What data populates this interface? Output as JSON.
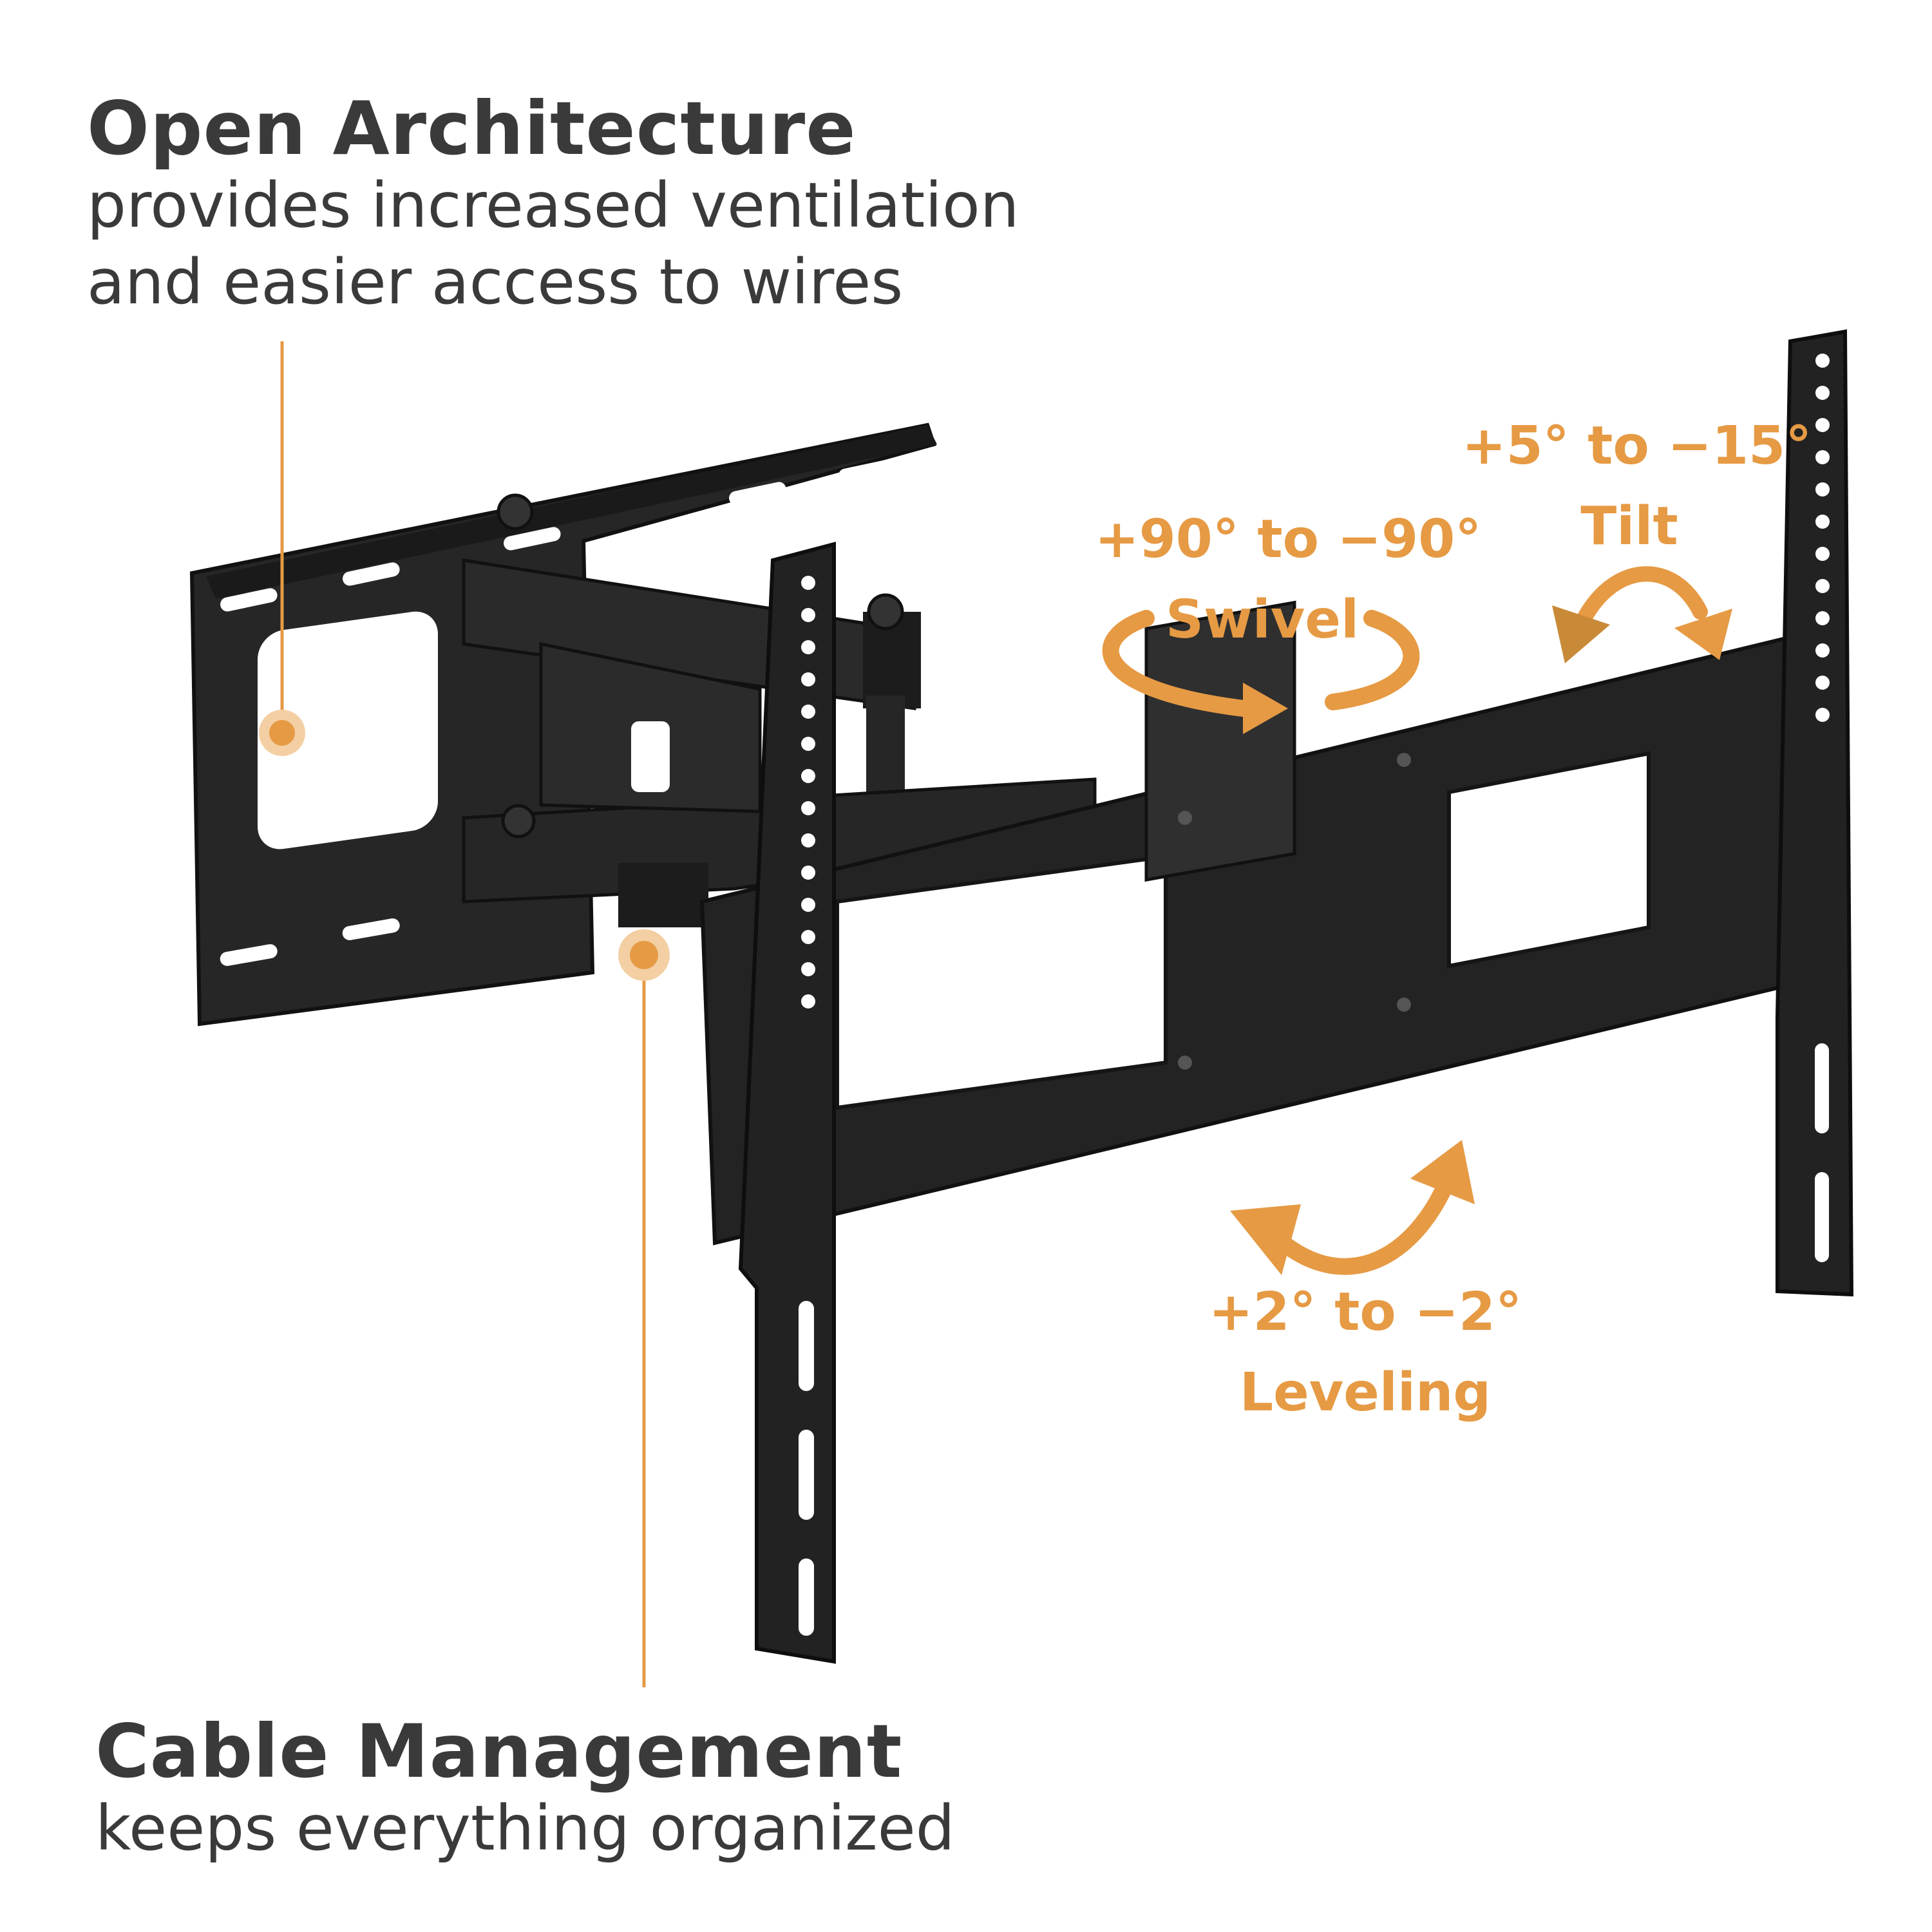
{
  "colors": {
    "accent": "#e69a44",
    "text": "#3a3a3a",
    "product": "#202020"
  },
  "features": {
    "open_architecture": {
      "title": "Open Architecture",
      "line1": "provides increased ventilation",
      "line2": "and easier access to wires"
    },
    "cable_management": {
      "title": "Cable Management",
      "line1": "keeps everything organized"
    }
  },
  "motions": {
    "swivel": {
      "range": "+90° to −90°",
      "label": "Swivel",
      "icon": "swivel-arrow-icon"
    },
    "tilt": {
      "range": "+5° to −15°",
      "label": "Tilt",
      "icon": "tilt-arrow-icon"
    },
    "leveling": {
      "range": "+2° to −2°",
      "label": "Leveling",
      "icon": "leveling-arrow-icon"
    }
  }
}
